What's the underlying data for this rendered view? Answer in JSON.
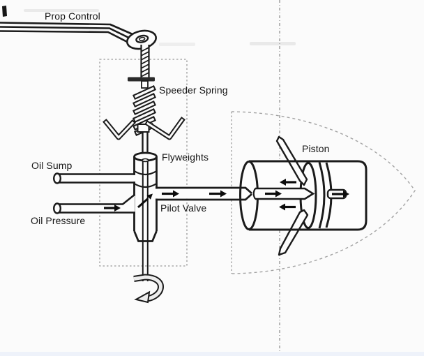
{
  "diagram": {
    "labels": {
      "prop_control": "Prop Control",
      "speeder_spring": "Speeder Spring",
      "flyweights": "Flyweights",
      "oil_sump": "Oil Sump",
      "oil_pressure": "Oil Pressure",
      "pilot_valve": "Pilot Valve",
      "piston": "Piston"
    },
    "colors": {
      "line": "#1b1b1b",
      "arrow": "#0c0c0c",
      "dash": "#999999",
      "paper": "#fbfbfb",
      "component_fill": "#fdfdfd"
    },
    "arrows": [
      {
        "name": "oil-pressure-inlet-arrow",
        "direction": "right"
      },
      {
        "name": "pilot-valve-arrow",
        "direction": "up-right"
      },
      {
        "name": "oil-line-arrow-1",
        "direction": "right"
      },
      {
        "name": "oil-line-arrow-2",
        "direction": "right"
      },
      {
        "name": "oil-line-arrow-3",
        "direction": "right"
      },
      {
        "name": "cylinder-return-arrow-upper",
        "direction": "left"
      },
      {
        "name": "cylinder-return-arrow-lower",
        "direction": "left"
      },
      {
        "name": "piston-rod-arrow",
        "direction": "right"
      },
      {
        "name": "shaft-rotation-arrow",
        "direction": "counter-clockwise"
      }
    ]
  }
}
